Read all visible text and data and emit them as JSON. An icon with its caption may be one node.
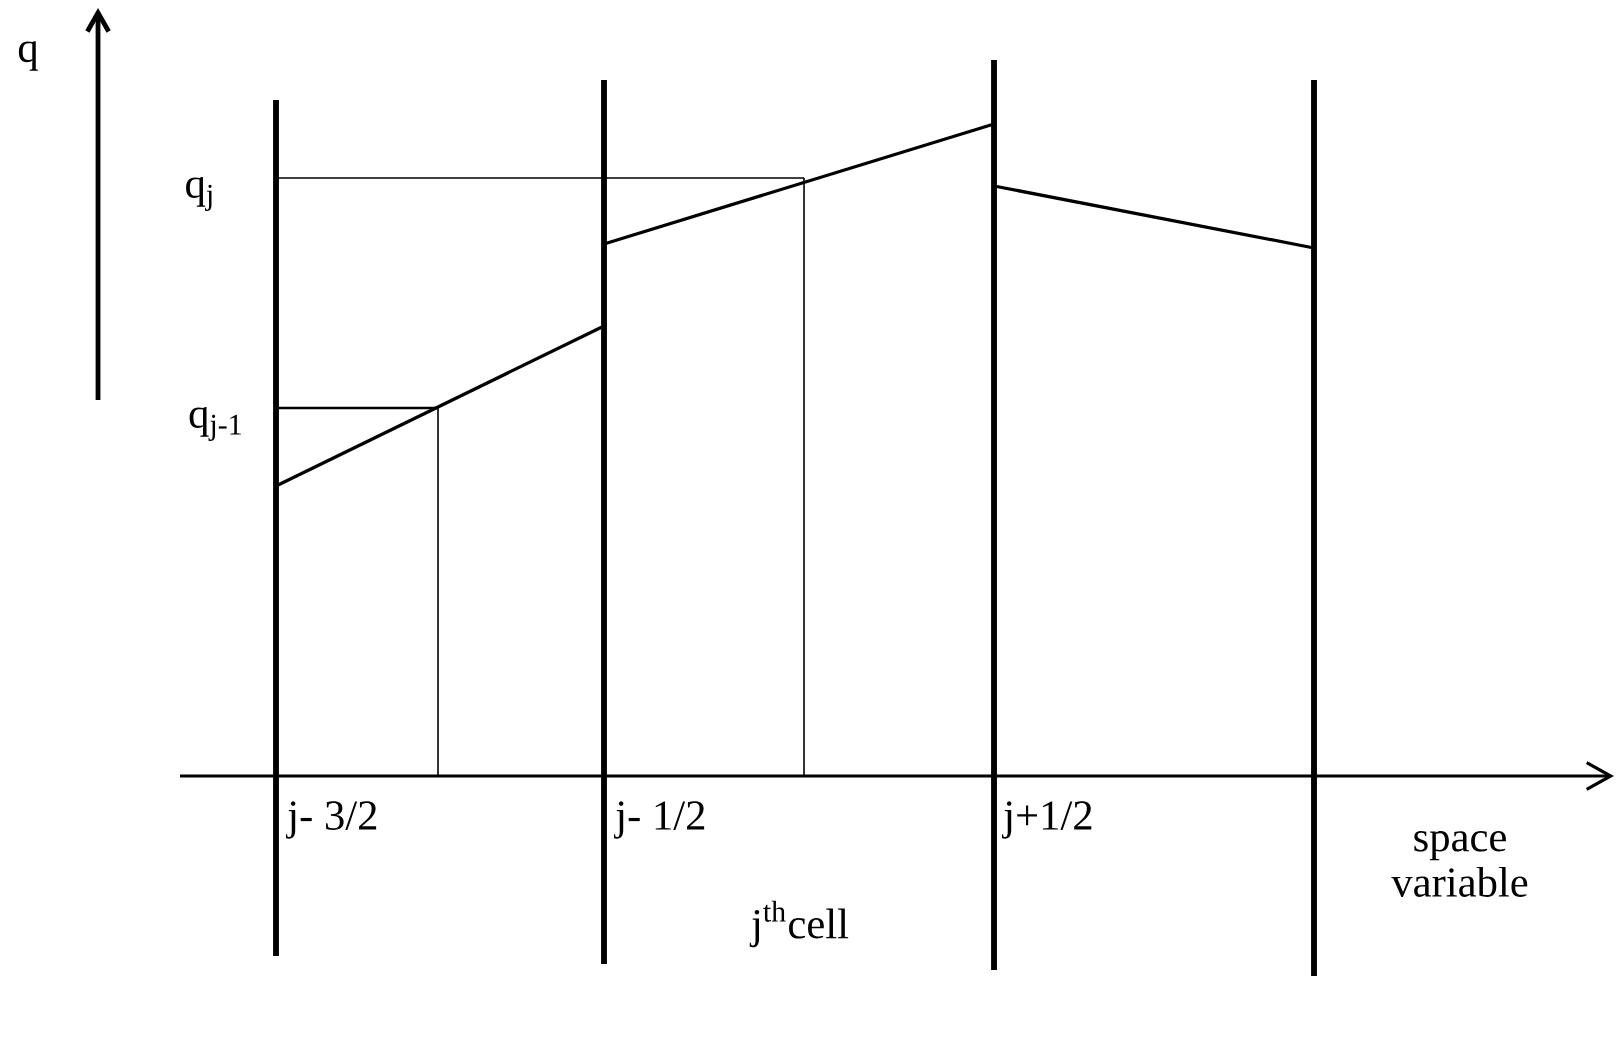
{
  "diagram": {
    "labels": [
      "q",
      "q$_{j}$",
      "q$_{j-1}$",
      "j- 3/2",
      "j- 1/2",
      "j+1/2",
      "space variable",
      "j$^{th}$cell"
    ]
  }
}
